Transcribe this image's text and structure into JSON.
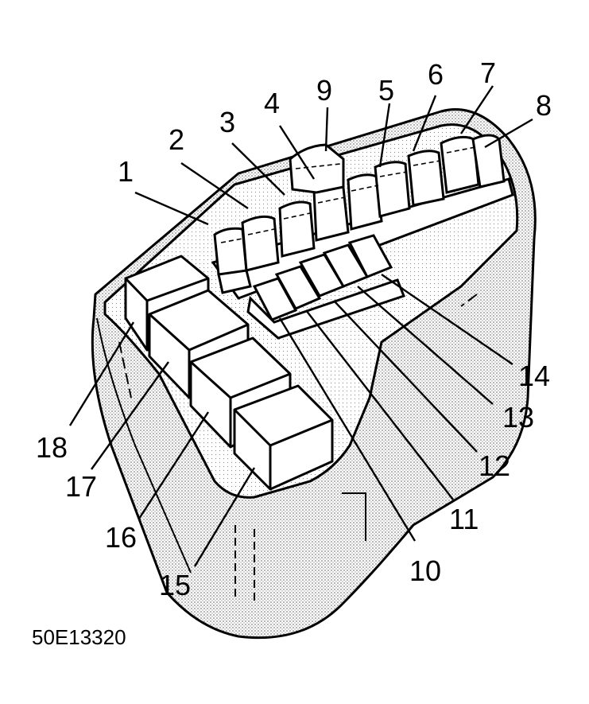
{
  "diagram": {
    "figure_id": "50E13320",
    "callouts": [
      "1",
      "2",
      "3",
      "4",
      "5",
      "6",
      "7",
      "8",
      "9",
      "10",
      "11",
      "12",
      "13",
      "14",
      "15",
      "16",
      "17",
      "18"
    ]
  }
}
